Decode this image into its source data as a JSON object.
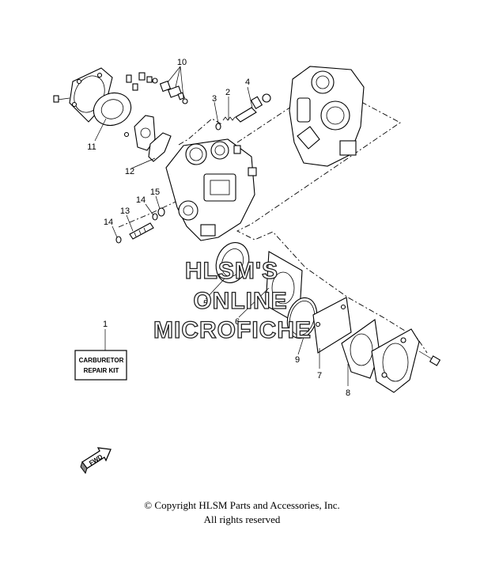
{
  "callouts": {
    "c1": "1",
    "c2": "2",
    "c3": "3",
    "c4": "4",
    "c5": "5",
    "c6": "6",
    "c7": "7",
    "c8": "8",
    "c9": "9",
    "c10": "10",
    "c11": "11",
    "c12": "12",
    "c13": "13",
    "c14a": "14",
    "c14b": "14",
    "c15": "15"
  },
  "repair_kit": {
    "line1": "CARBURETOR",
    "line2": "REPAIR KIT"
  },
  "fwd_label": "FWD",
  "watermark": {
    "line1": "HLSM'S",
    "line2": "ONLINE",
    "line3": "MICROFICHE"
  },
  "copyright": {
    "line1": "© Copyright HLSM Parts and Accessories, Inc.",
    "line2": "All rights reserved"
  }
}
